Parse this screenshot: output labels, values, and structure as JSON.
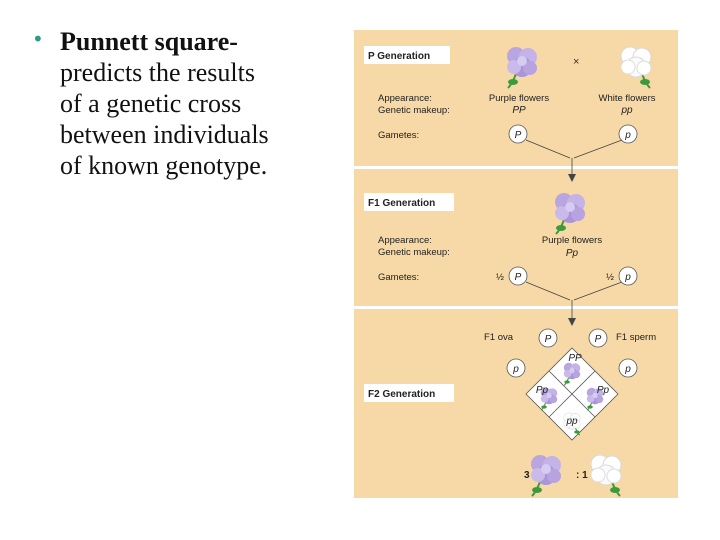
{
  "bullet": {
    "term": "Punnett square-",
    "lines": [
      "predicts the results",
      "of a genetic cross",
      "between individuals",
      "of known genotype."
    ]
  },
  "figure": {
    "p_generation": {
      "label": "P Generation",
      "cross_symbol": "×",
      "appearance_label": "Appearance:",
      "genetic_makeup_label": "Genetic makeup:",
      "gametes_label": "Gametes:",
      "left_appearance": "Purple flowers",
      "left_genotype": "PP",
      "right_appearance": "White flowers",
      "right_genotype": "pp",
      "left_gamete": "P",
      "right_gamete": "p"
    },
    "f1_generation": {
      "label": "F1 Generation",
      "appearance_label": "Appearance:",
      "genetic_makeup_label": "Genetic makeup:",
      "gametes_label": "Gametes:",
      "appearance": "Purple flowers",
      "genotype": "Pp",
      "fraction_left": "½",
      "fraction_right": "½",
      "gamete_left": "P",
      "gamete_right": "p"
    },
    "f2_generation": {
      "label": "F2 Generation",
      "ova_label": "F1 ova",
      "sperm_label": "F1 sperm",
      "ova_P": "P",
      "ova_p": "p",
      "sperm_P": "P",
      "sperm_p": "p",
      "cell_top": "PP",
      "cell_left": "Pp",
      "cell_right": "Pp",
      "cell_bottom": "pp",
      "ratio_left": "3",
      "ratio_right": ": 1"
    },
    "colors": {
      "background": "#f6d9a6",
      "purple_flower": "#b9a6e0",
      "white_flower": "#ffffff",
      "leaf": "#3c9a3c"
    }
  }
}
